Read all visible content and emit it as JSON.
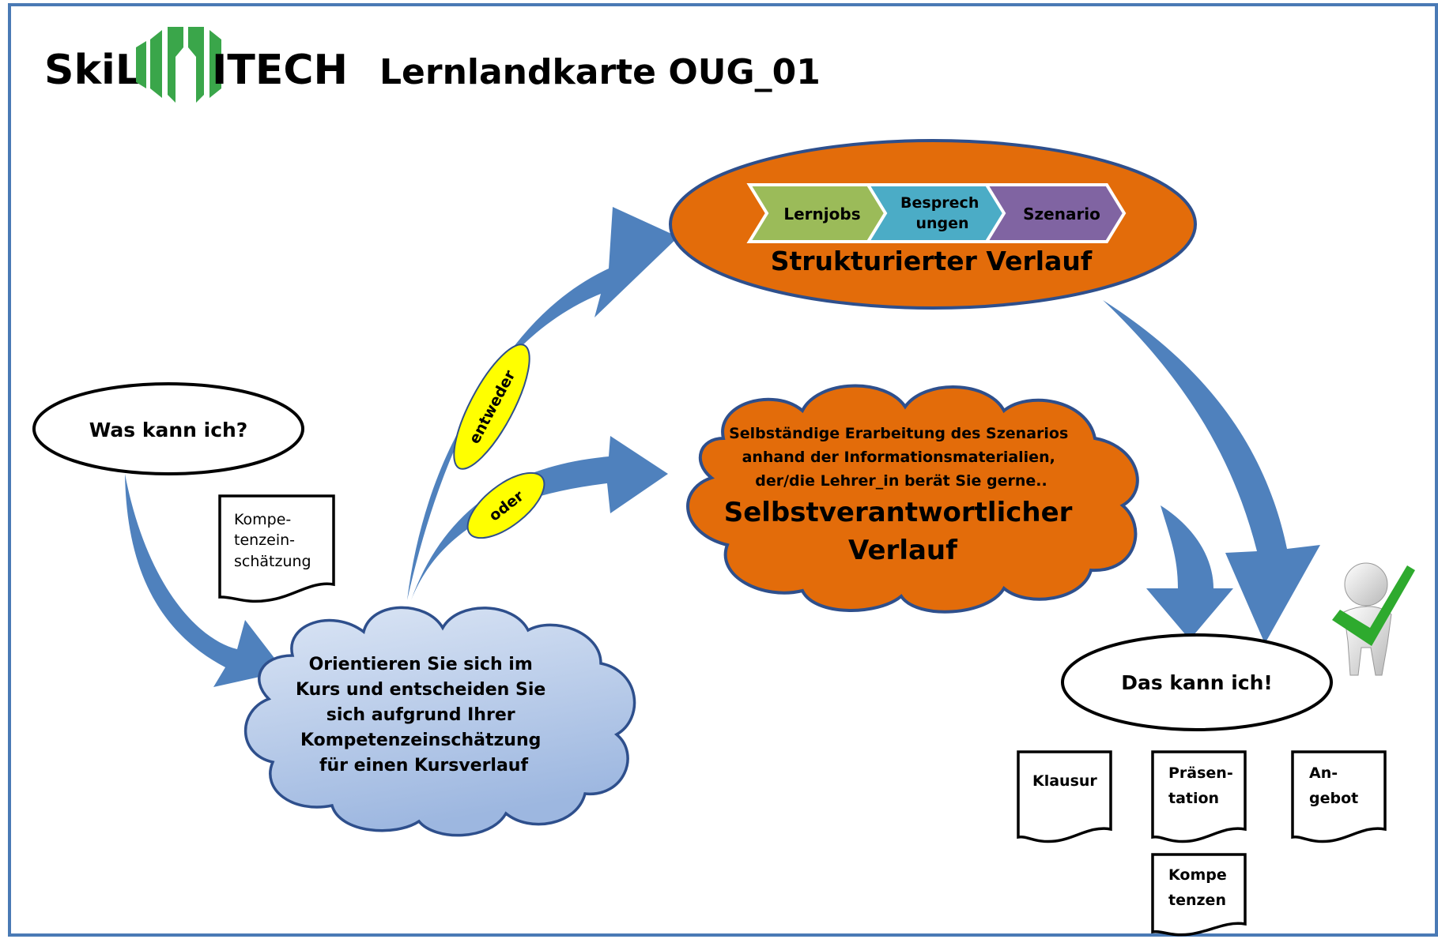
{
  "header": {
    "logo_left": "SkiL",
    "logo_right": "ITECH",
    "title": "Lernlandkarte OUG_01"
  },
  "start": {
    "label": "Was kann ich?",
    "doc": [
      "Kompe-",
      "tenzein-",
      "schätzung"
    ]
  },
  "orient": {
    "lines": [
      "Orientieren Sie sich im",
      "Kurs und entscheiden Sie",
      "sich aufgrund Ihrer",
      "Kompetenzeinschätzung",
      "für einen Kursverlauf"
    ]
  },
  "choices": {
    "either": "entweder",
    "or": "oder"
  },
  "structured": {
    "steps": [
      {
        "lines": [
          "Lernjobs"
        ],
        "color": "#9bbb59"
      },
      {
        "lines": [
          "Besprech",
          "ungen"
        ],
        "color": "#4bacc6"
      },
      {
        "lines": [
          "Szenario"
        ],
        "color": "#8064a2"
      }
    ],
    "title": "Strukturierter Verlauf",
    "color": "#e36c0a"
  },
  "selfdirected": {
    "desc": [
      "Selbständige Erarbeitung des Szenarios",
      "anhand der Informationsmaterialien,",
      "der/die Lehrer_in berät Sie gerne.."
    ],
    "title": [
      "Selbstverantwortlicher",
      "Verlauf"
    ],
    "color": "#e36c0a"
  },
  "result": {
    "label": "Das kann ich!",
    "docs": [
      [
        "Klausur"
      ],
      [
        "Präsen-",
        "tation"
      ],
      [
        "An-",
        "gebot"
      ],
      [
        "Kompe",
        "tenzen"
      ]
    ]
  },
  "colors": {
    "arrow": "#4f81bd",
    "frame": "#4a7ab5",
    "title": "#2e75b6",
    "logo_green": "#3aa64a",
    "logo_text": "#333333",
    "bubble": "#ffff00",
    "cloud_light": "#dce6f5",
    "cloud_dark": "#9db7e0",
    "check_green": "#2eaa2e"
  },
  "icons": [
    "skil-itech-logo-icon",
    "person-checkmark-icon"
  ]
}
